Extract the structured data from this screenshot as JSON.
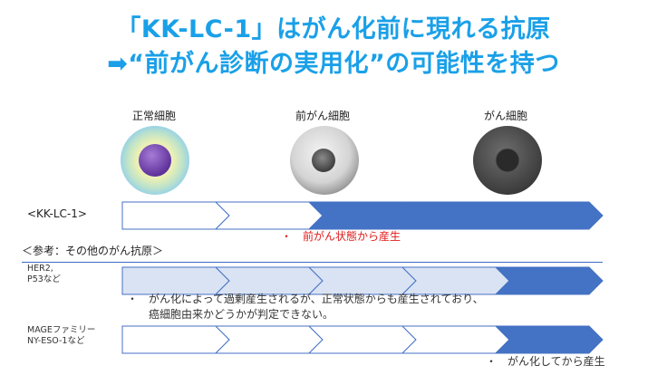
{
  "title": {
    "line1": "「KK-LC-1」はがん化前に現れる抗原",
    "line2": "➡“前がん診断の実用化”の可能性を持つ"
  },
  "stages": [
    {
      "label": "正常細胞",
      "icon": "normal-cell-icon"
    },
    {
      "label": "前がん細胞",
      "icon": "precancer-cell-icon"
    },
    {
      "label": "がん細胞",
      "icon": "cancer-cell-icon"
    }
  ],
  "colors": {
    "filled": "#4472c4",
    "light": "#dae3f3",
    "outline": "#4472c4",
    "title": "#1aa0e8",
    "note_red": "#e01b1b"
  },
  "rows": [
    {
      "label_lines": [
        "<KK-LC-1>"
      ],
      "segments": [
        "empty",
        "empty",
        "filled",
        "filled",
        "filled"
      ],
      "note_lines": [
        "・　前がん状態から産生"
      ],
      "note_color": "red"
    },
    {
      "label_lines": [
        "HER2,",
        "P53など"
      ],
      "segments": [
        "light",
        "light",
        "light",
        "light",
        "filled"
      ],
      "note_lines": [
        "・　がん化によって過剰産生されるが、正常状態からも産生されており、",
        "　　癌細胞由来かどうかが判定できない。"
      ],
      "note_color": "dark"
    },
    {
      "label_lines": [
        "MAGEファミリー",
        "NY-ESO-1など"
      ],
      "segments": [
        "empty",
        "empty",
        "empty",
        "empty",
        "filled"
      ],
      "note_lines": [
        "・　がん化してから産生"
      ],
      "note_color": "dark"
    }
  ],
  "reference_header": "＜参考：その他のがん抗原＞"
}
